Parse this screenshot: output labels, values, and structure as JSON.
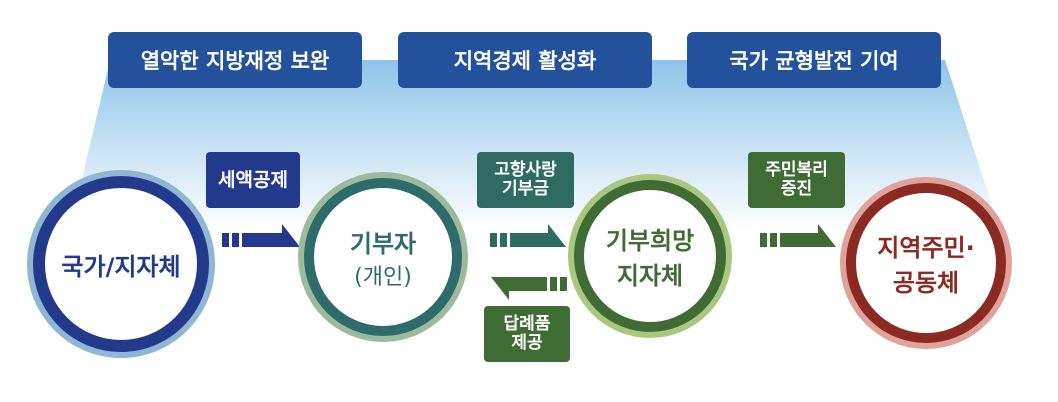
{
  "goals": [
    "열악한 지방재정 보완",
    "지역경제 활성화",
    "국가 균형발전 기여"
  ],
  "nodes": {
    "state": {
      "label": "국가/지자체",
      "color": "#233a8c"
    },
    "donor": {
      "label": "기부자",
      "sub": "(개인)",
      "color": "#2e6b6b"
    },
    "local": {
      "label1": "기부희망",
      "label2": "지자체",
      "color": "#3f6b35"
    },
    "residents": {
      "label1": "지역주민·",
      "label2": "공동체",
      "color": "#8a2a22"
    }
  },
  "flows": {
    "tax_credit": "세액공제",
    "donation": {
      "line1": "고향사랑",
      "line2": "기부금"
    },
    "gift": {
      "line1": "답례품",
      "line2": "제공"
    },
    "welfare": {
      "line1": "주민복리",
      "line2": "증진"
    }
  }
}
